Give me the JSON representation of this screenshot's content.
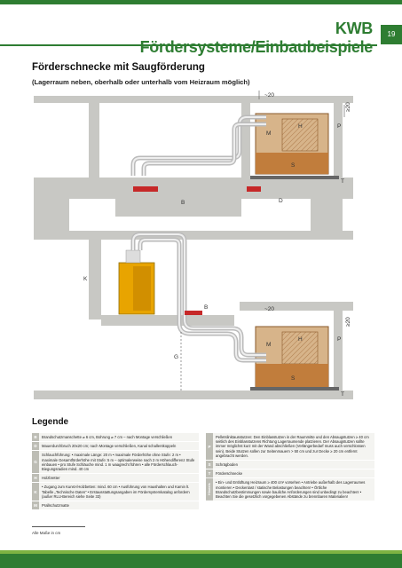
{
  "header": {
    "title": "KWB Fördersysteme/Einbaubeispiele",
    "page_number": "19"
  },
  "heading": "Förderschnecke mit Saugförderung",
  "subheading": "(Lagerraum neben, oberhalb oder unterhalb vom Heizraum möglich)",
  "diagram1": {
    "label_M": "M",
    "label_H": "H",
    "label_P": "P",
    "label_S": "S",
    "label_T": "T",
    "label_B": "B",
    "label_D": "D",
    "dim_top": "~20",
    "dim_side": "≥20"
  },
  "diagram2": {
    "label_K": "K",
    "label_B": "B",
    "label_G": "G",
    "label_M": "M",
    "label_H": "H",
    "label_P": "P",
    "label_S": "S",
    "label_T": "T",
    "dim_top": "~20",
    "dim_side": "≥20"
  },
  "legend": {
    "title": "Legende",
    "left": [
      {
        "key": "B",
        "text": "Brandschutzmanschette ⌀ 6 cm, Bohrung ⌀ 7 cm – nach Montage verschließen"
      },
      {
        "key": "D",
        "text": "Mauerdurchbruch 20x20 cm; nach Montage verschließen, Kanal schallentkoppeln"
      },
      {
        "key": "G",
        "text": "Schlauchführung: • maximale Länge: 20 m • maximale Förderhöhe ohne Stufe: 2 m • maximale Gesamtförderhöhe mit Stufe: 5 m – optimalerweise nach 2 m Höhendifferenz Stufe einbauen • pro Stufe Schläuche mind. 1 m waagrecht führen • alle Förderschlauch-Biegungsradien mind. 40 cm"
      },
      {
        "key": "H",
        "text": "Holzbretter"
      },
      {
        "key": "K",
        "text": "• Zugang zum Kunst-/Holzbetten: mind. 60 cm • Ausführung von Haushalten und Kamin lt. Tabelle „Technische Daten“ • Erstausstattungsangaben im Fördersystemkatalog anfordern (außer RLU-Bereich siehe Seite 33)"
      },
      {
        "key": "M",
        "text": "Prallschutzmatte"
      }
    ],
    "right": [
      {
        "key": "P",
        "text": "Pelletslinktausstutzen: Den Einblasstutzen in der Raummitte und den Absaugstutzen ≥ 40 cm seitlich des Einblasstutzens Richtung Lagerraumende platzieren. Der Absaugstutzen sollte immer möglichst kurz mit der Wand abschließen (Verlängerbedarf muss auch verschlossen sein). Beide Stutzen sollen zur Seitenmauern > 50 cm und zur Decke ≥ 20 cm entfernt angebracht werden."
      },
      {
        "key": "S",
        "text": "Schrägboden"
      },
      {
        "key": "T",
        "text": "Förderschnecke"
      },
      {
        "key": "Hinweis",
        "text": "• Ein- und Entlüftung Heizraum ≥ 400 cm² vorsehen • Antriebe außerhalb des Lagerraumes montieren • Deckenlast / statische Belastungen beachten! • Örtliche Brandschutzbestimmungen sowie bauliche Anforderungen sind unbedingt zu beachten! • Beachten Sie die gesetzlich vorgegebenen Abstände zu brennbaren Materialien!"
      }
    ]
  },
  "footnote": "Alle Maße in cm",
  "colors": {
    "brand_green": "#2e7d32",
    "wall_gray": "#c8c8c4",
    "storage_brown": "#b5651d",
    "boiler_orange": "#e8a400"
  }
}
